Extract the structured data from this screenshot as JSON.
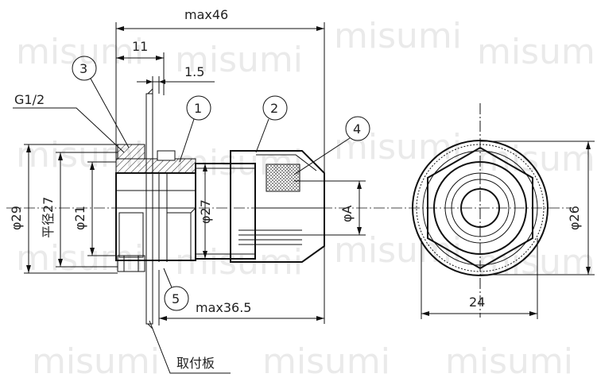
{
  "watermark": "misumi",
  "dimensions": {
    "max46": "max46",
    "d11": "11",
    "d1_5": "1.5",
    "thread": "G1/2",
    "d29": "φ29",
    "flat27": "平径27",
    "d21": "φ21",
    "d27": "φ27",
    "dA": "φA",
    "d26": "φ26",
    "max36_5": "max36.5",
    "d24": "24",
    "plate": "取付板"
  },
  "balloons": [
    "1",
    "2",
    "3",
    "4",
    "5"
  ],
  "colors": {
    "line": "#111111",
    "watermark": "#d9d9d9"
  }
}
